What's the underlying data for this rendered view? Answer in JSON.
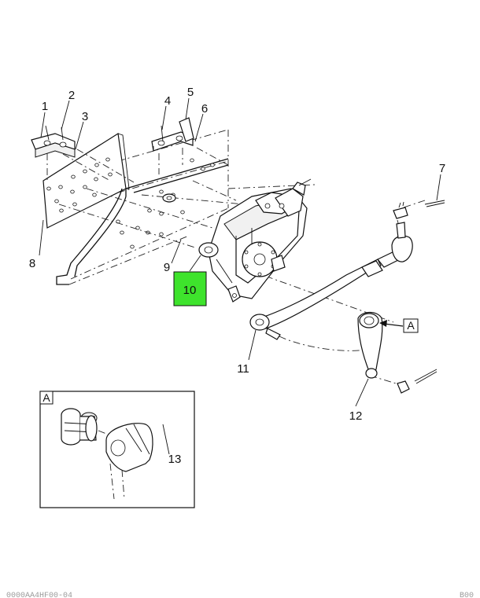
{
  "callouts": {
    "c1": "1",
    "c2": "2",
    "c3": "3",
    "c4": "4",
    "c5": "5",
    "c6": "6",
    "c7": "7",
    "c8": "8",
    "c9": "9",
    "c10": "10",
    "c11": "11",
    "c12": "12",
    "c13": "13"
  },
  "detail_ref": {
    "main": "A",
    "inset": "A"
  },
  "highlight_color": "#3ee32c",
  "footer": {
    "left": "0000AA4HF00-04",
    "right": "B00"
  }
}
